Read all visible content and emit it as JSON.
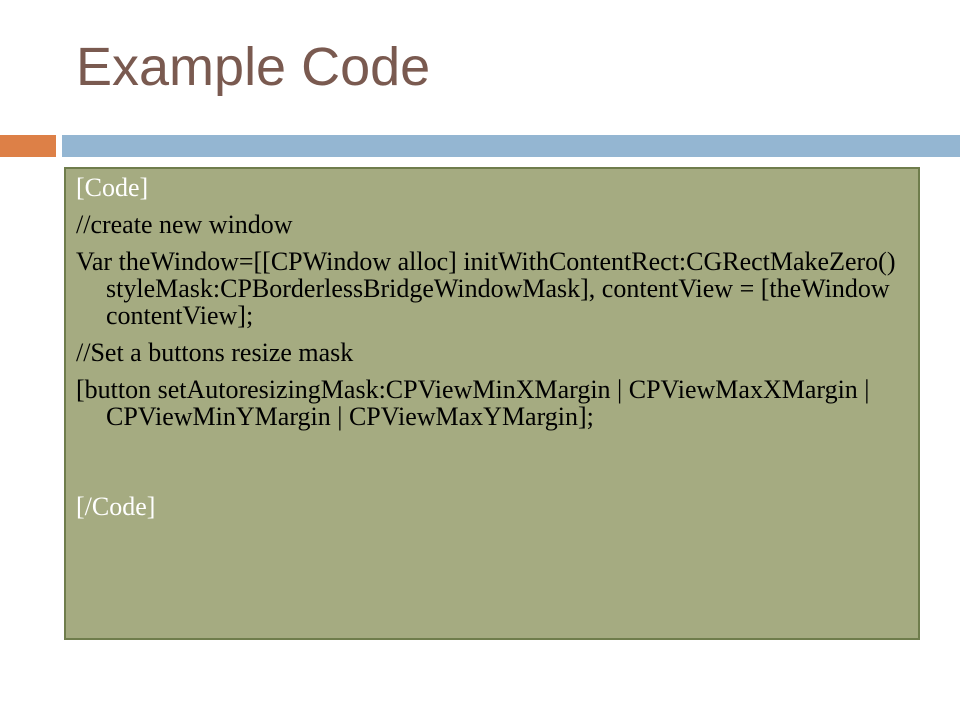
{
  "slide": {
    "title": "Example Code"
  },
  "colors": {
    "title_text": "#7a5a50",
    "accent_orange": "#dd8047",
    "accent_blue": "#94b6d2",
    "code_box_fill": "#a5ab81",
    "code_box_border": "#6f7d4c",
    "code_tag_text": "#ffffff",
    "code_text": "#000000"
  },
  "code_block": {
    "open_tag": "[Code]",
    "lines": [
      "//create new window",
      "Var theWindow=[[CPWindow alloc] initWithContentRect:CGRectMakeZero() styleMask:CPBorderlessBridgeWindowMask], contentView = [theWindow contentView];",
      "//Set a buttons resize mask",
      "[button setAutoresizingMask:CPViewMinXMargin | CPViewMaxXMargin | CPViewMinYMargin | CPViewMaxYMargin];"
    ],
    "close_tag": "[/Code]"
  }
}
